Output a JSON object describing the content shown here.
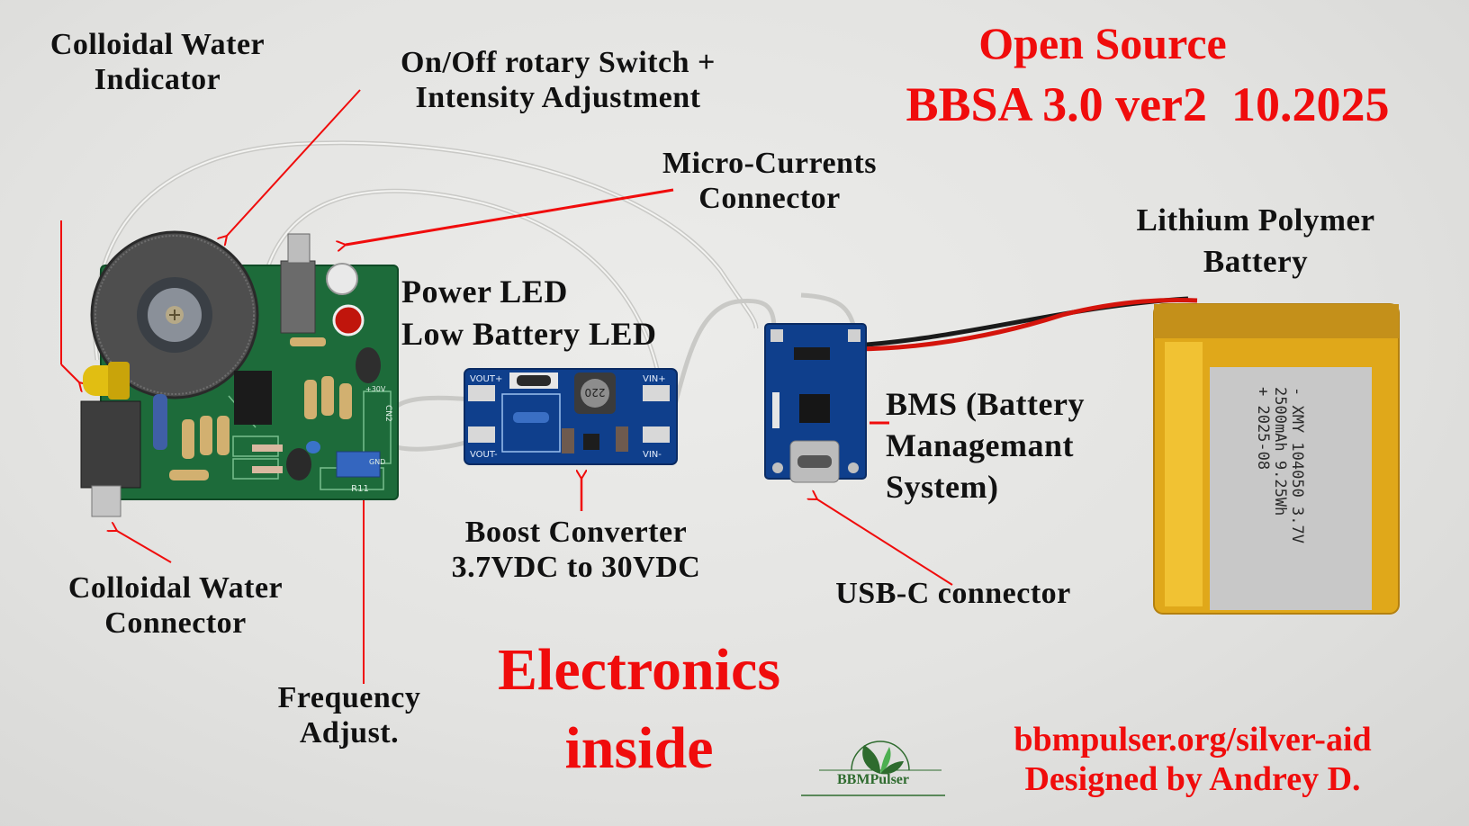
{
  "header": {
    "title_line1": "Open Source",
    "title_line2": "BBSA 3.0 ver2  10.2025"
  },
  "labels": {
    "colloidal_indicator": [
      "Colloidal Water",
      "Indicator"
    ],
    "rotary_switch": [
      "On/Off rotary Switch +",
      "Intensity Adjustment"
    ],
    "micro_currents": [
      "Micro-Currents",
      "Connector"
    ],
    "lipo_battery": [
      "Lithium Polymer",
      "Battery"
    ],
    "power_led": "Power LED",
    "low_battery_led": "Low Battery LED",
    "bms": [
      "BMS (Battery",
      "Managemant",
      "System)"
    ],
    "boost_converter": [
      "Boost Converter",
      "3.7VDC to 30VDC"
    ],
    "usb_c": "USB-C connector",
    "colloidal_connector": [
      "Colloidal Water",
      "Connector"
    ],
    "frequency_adjust": [
      "Frequency",
      "Adjust."
    ]
  },
  "tagline": [
    "Electronics",
    "inside"
  ],
  "footer": {
    "url": "bbmpulser.org/silver-aid",
    "designer": "Designed by Andrey D.",
    "logo_text": "BBMPulser"
  },
  "board_markings": {
    "boost": {
      "vout_plus": "VOUT+",
      "vout_minus": "VOUT-",
      "vin_plus": "VIN+",
      "vin_minus": "VIN-",
      "inductor": "220"
    },
    "main": {
      "cn2": "CN2",
      "plus30v": "+30V",
      "gnd": "GND",
      "r11": "R11"
    },
    "battery_print": [
      "- XMY 104050 3.7V",
      "2500mAh 9.25Wh",
      "+ 2025-08"
    ]
  },
  "colors": {
    "accent_red": "#f00c0c",
    "pcb_green": "#1d6b3a",
    "pcb_blue": "#0f3f8c",
    "battery_gold": "#e0a81a",
    "logo_green": "#2e6b2e"
  }
}
